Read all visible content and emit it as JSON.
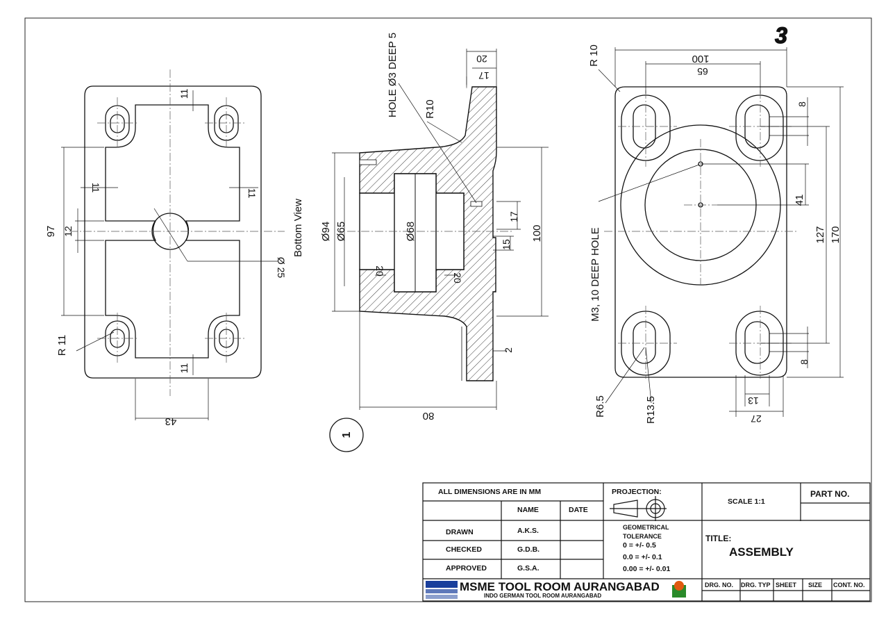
{
  "sheet_number": "3",
  "balloon": "1",
  "bottom_view_label": "Bottom View",
  "bottom_view": {
    "dim_97": "97",
    "dim_12": "12",
    "dim_11_top": "11",
    "dim_11_left": "11",
    "dim_11_right": "11",
    "dim_11_bottom": "11",
    "dim_43": "43",
    "dim_dia25": "Ø 25",
    "dim_r11": "R 11"
  },
  "section_view": {
    "hole_note": "HOLE Ø3 DEEP 5",
    "r10": "R10",
    "dim_20_top": "20",
    "dim_17_top": "17",
    "dim_dia94": "Ø94",
    "dim_dia65": "Ø65",
    "dim_dia68": "Ø68",
    "dim_20_left": "20",
    "dim_20_right": "20",
    "dim_17": "17",
    "dim_15": "15",
    "dim_100": "100",
    "dim_2": "2",
    "dim_80": "80"
  },
  "top_view": {
    "r10": "R 10",
    "dim_100": "100",
    "dim_65": "65",
    "dim_8_top": "8",
    "dim_41": "41",
    "dim_127": "127",
    "dim_170": "170",
    "m3_note": "M3, 10 DEEP HOLE",
    "dim_8_bottom": "8",
    "r6_5": "R6.5",
    "r13_5": "R13.5",
    "dim_13": "13",
    "dim_27": "27"
  },
  "title_block": {
    "all_dims": "ALL DIMENSIONS ARE IN MM",
    "projection": "PROJECTION:",
    "scale": "SCALE  1:1",
    "part_no": "PART NO.",
    "name_hdr": "NAME",
    "date_hdr": "DATE",
    "drawn": "DRAWN",
    "checked": "CHECKED",
    "approved": "APPROVED",
    "drawn_by": "A.K.S.",
    "checked_by": "G.D.B.",
    "approved_by": "G.S.A.",
    "geo_tol_1": "GEOMETRICAL",
    "geo_tol_2": "TOLERANCE",
    "tol_0": "0    = +/- 0.5",
    "tol_1": "0.0  = +/- 0.1",
    "tol_2": "0.00 = +/- 0.01",
    "title_label": "TITLE:",
    "title": "ASSEMBLY",
    "org_name": "MSME TOOL ROOM AURANGABAD",
    "org_sub": "INDO GERMAN TOOL ROOM AURANGABAD",
    "drg_no": "DRG. NO.",
    "drg_typ": "DRG. TYP",
    "sheet": "SHEET",
    "size": "SIZE",
    "cont_no": "CONT. NO."
  },
  "colors": {
    "ink": "#111111",
    "logo_blue": "#1a3f9c",
    "logo_orange": "#e05a10",
    "logo_green": "#2a8a2a"
  }
}
